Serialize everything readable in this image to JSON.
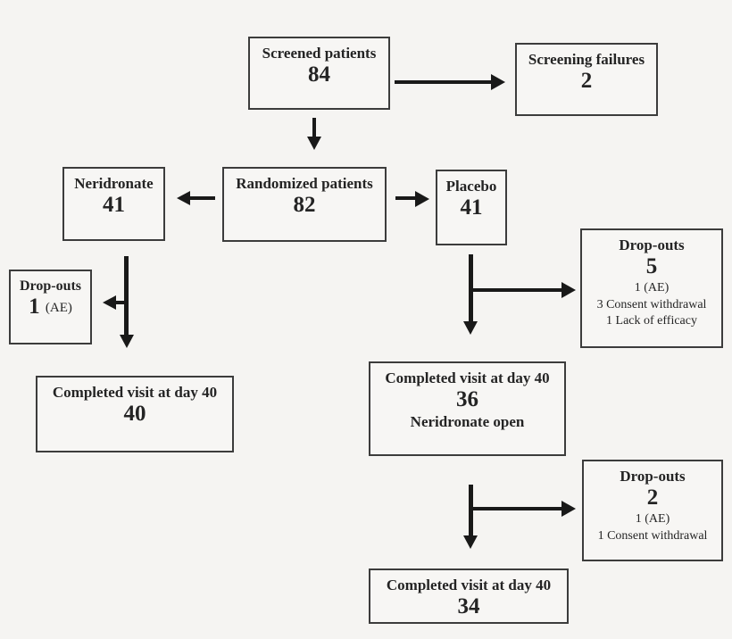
{
  "diagram": {
    "boxes": {
      "screened": {
        "title": "Screened patients",
        "value": "84"
      },
      "screening_failures": {
        "title": "Screening failures",
        "value": "2"
      },
      "randomized": {
        "title": "Randomized patients",
        "value": "82"
      },
      "neridronate": {
        "title": "Neridronate",
        "value": "41"
      },
      "placebo": {
        "title": "Placebo",
        "value": "41"
      },
      "dropouts_neridronate": {
        "title": "Drop-outs",
        "value": "1",
        "note": "(AE)"
      },
      "completed_neridronate": {
        "title": "Completed visit at day 40",
        "value": "40"
      },
      "dropouts_placebo_1": {
        "title": "Drop-outs",
        "value": "5",
        "details": [
          "1 (AE)",
          "3 Consent withdrawal",
          "1 Lack of efficacy"
        ]
      },
      "completed_placebo": {
        "title": "Completed visit at day 40",
        "value": "36",
        "subtitle": "Neridronate open"
      },
      "dropouts_placebo_2": {
        "title": "Drop-outs",
        "value": "2",
        "details": [
          "1 (AE)",
          "1 Consent withdrawal"
        ]
      },
      "completed_open": {
        "title": "Completed visit at day 40",
        "value": "34"
      }
    },
    "colors": {
      "background": "#f5f4f2",
      "box_border": "#3c3c3c",
      "arrow": "#191919",
      "text": "#242424"
    }
  }
}
